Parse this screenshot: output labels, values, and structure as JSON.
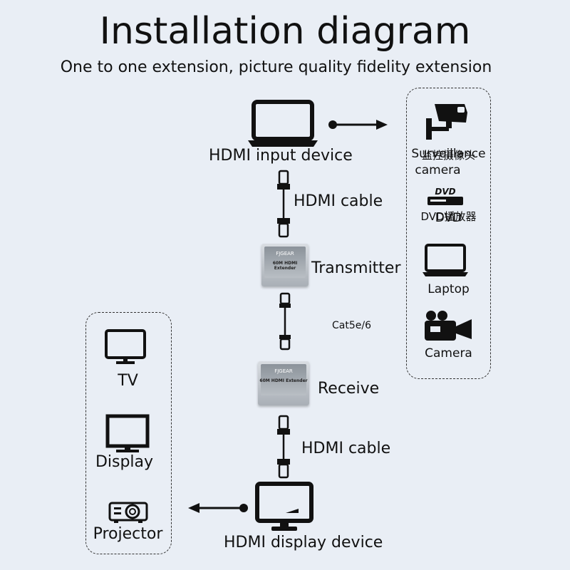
{
  "title": "Installation diagram",
  "subtitle": "One to one extension, picture quality fidelity extension",
  "input_device_label": "HDMI input device",
  "hdmi_cable_top_label": "HDMI cable",
  "transmitter_label": "Transmitter",
  "cat_label": "Cat5e/6",
  "receiver_label": "Receive",
  "hdmi_cable_bottom_label": "HDMI cable",
  "display_device_label": "HDMI display device",
  "device_brand": "FJGEAR",
  "device_model": "60M HDMI Extender",
  "sources": {
    "surveillance_overlay": "监控摄像头",
    "surveillance_line1": "Surveillance",
    "surveillance_line2": "camera",
    "dvd_logo": "DVD",
    "dvd_overlay": "DVD播放器",
    "dvd_label": "DVD",
    "laptop_label": "Laptop",
    "camera_label": "Camera"
  },
  "outputs": {
    "tv_label": "TV",
    "display_label": "Display",
    "projector_label": "Projector"
  }
}
